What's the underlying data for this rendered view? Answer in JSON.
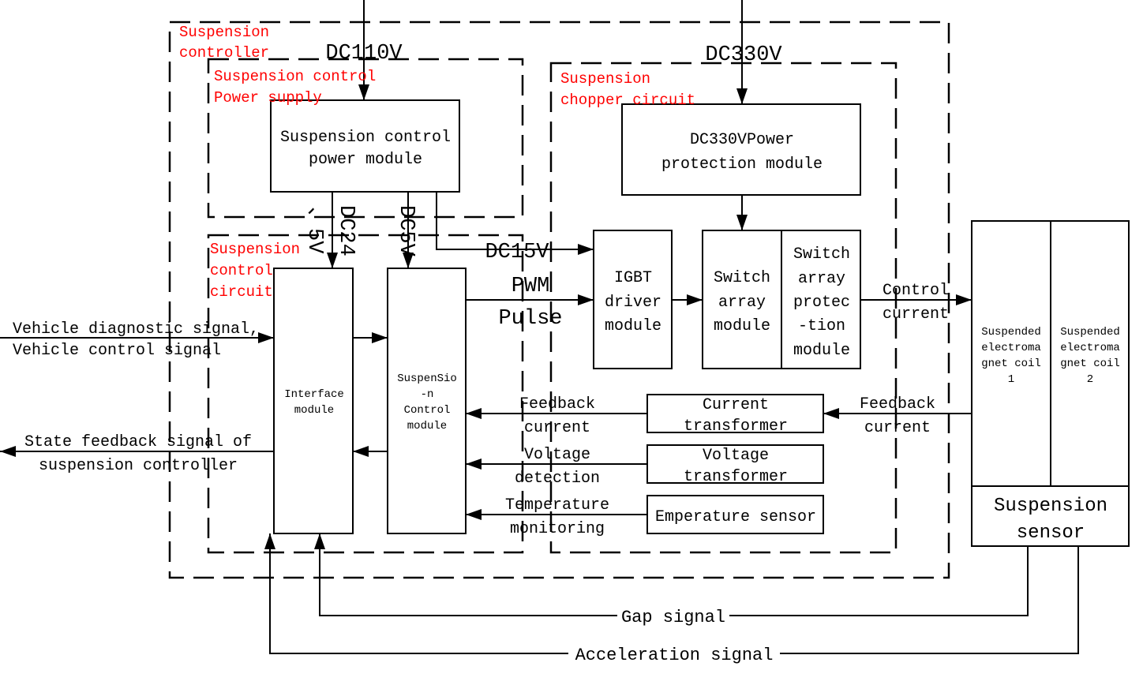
{
  "colors": {
    "label_red": "#ff0000",
    "line": "#000000"
  },
  "regions": {
    "controller": [
      "Suspension",
      "controller"
    ],
    "power_supply": [
      "Suspension control",
      "Power supply"
    ],
    "control_circuit": [
      "Suspension",
      "control",
      "circuit"
    ],
    "chopper": [
      "Suspension",
      "chopper circuit"
    ]
  },
  "inputs": {
    "dc110": "DC110V",
    "dc330": "DC330V"
  },
  "modules": {
    "power": [
      "Suspension control",
      "power module"
    ],
    "protection": [
      "DC330VPower",
      "protection module"
    ],
    "interface": [
      "Interface",
      "module"
    ],
    "control": [
      "SuspenSio",
      "-n",
      "Control",
      "module"
    ],
    "igbt": [
      "IGBT",
      "driver",
      "module"
    ],
    "switch": [
      "Switch",
      "array",
      "module"
    ],
    "switch_protect": [
      "Switch",
      "array",
      "protec",
      "-tion",
      "module"
    ],
    "current_tf": [
      "Current",
      "transformer"
    ],
    "voltage_tf": [
      "Voltage",
      "transformer"
    ],
    "temp": "Emperature sensor",
    "coil1": [
      "Suspended",
      "electroma",
      "gnet coil",
      "1"
    ],
    "coil2": [
      "Suspended",
      "electroma",
      "gnet coil",
      "2"
    ],
    "sensor": [
      "Suspension",
      "sensor"
    ]
  },
  "signals": {
    "dc24": "DC24",
    "v5": "、5V",
    "dc5": "DC5V",
    "dc15": "DC15V",
    "pwm": [
      "PWM",
      "Pulse"
    ],
    "control_current": [
      "Control",
      "current"
    ],
    "vehicle": [
      "Vehicle diagnostic signal,",
      "Vehicle control signal"
    ],
    "state": [
      "State feedback signal of",
      "suspension controller"
    ],
    "feedback_in": [
      "Feedback",
      "current"
    ],
    "feedback_out": [
      "Feedback",
      "current"
    ],
    "voltage": [
      "Voltage",
      "detection"
    ],
    "temperature": [
      "Temperature",
      "monitoring"
    ],
    "gap": "Gap signal",
    "accel": "Acceleration signal"
  }
}
